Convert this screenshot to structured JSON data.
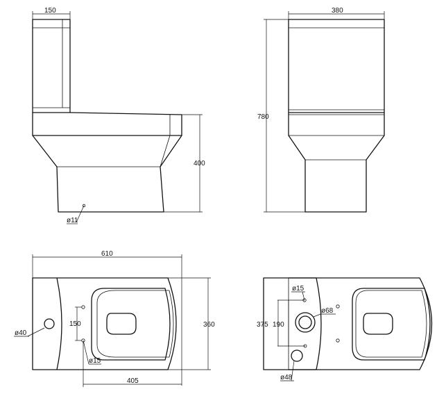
{
  "drawing": {
    "views": {
      "side": {
        "dims": {
          "tank_depth": "150",
          "seat_height": "400",
          "pipe": "ø11"
        }
      },
      "front": {
        "dims": {
          "width": "380",
          "height": "780"
        }
      },
      "plan": {
        "dims": {
          "length": "610",
          "width": "360",
          "hole_spacing": "150",
          "to_holes": "405",
          "outlet": "ø40",
          "holes": "ø15"
        }
      },
      "rear": {
        "dims": {
          "overall": "375",
          "height": "190",
          "top_hole": "ø15",
          "inlet": "ø68",
          "bottom_hole": "ø48"
        }
      }
    }
  }
}
